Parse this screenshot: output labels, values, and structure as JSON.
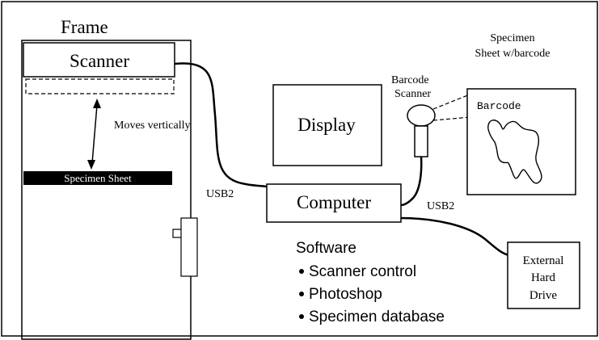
{
  "frame": {
    "title": "Frame",
    "scanner_label": "Scanner",
    "moves_label": "Moves vertically",
    "specimen_sheet_label": "Specimen Sheet"
  },
  "connections": {
    "usb_left": "USB2",
    "usb_right": "USB2"
  },
  "display_label": "Display",
  "computer_label": "Computer",
  "barcode_scanner": {
    "line1": "Barcode",
    "line2": "Scanner"
  },
  "specimen": {
    "title_line1": "Specimen",
    "title_line2": "Sheet w/barcode",
    "barcode_text": "Barcode"
  },
  "software": {
    "heading": "Software",
    "items": [
      "Scanner control",
      "Photoshop",
      "Specimen database"
    ]
  },
  "hard_drive": {
    "line1": "External",
    "line2": "Hard",
    "line3": "Drive"
  },
  "colors": {
    "stroke": "#000000",
    "specimen_bar": "#000000",
    "specimen_bar_text": "#ffffff",
    "background": "#ffffff"
  }
}
